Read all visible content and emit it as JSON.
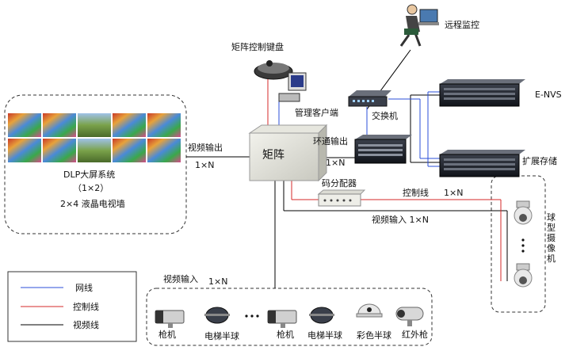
{
  "devices": {
    "remote_monitor": "远程监控",
    "keyboard": "矩阵控制键盘",
    "mgmt_client": "管理客户端",
    "switch": "交换机",
    "envs": "E-NVS",
    "storage": "扩展存储",
    "matrix": "矩阵",
    "distributor": "码分配器",
    "dlp_title": "DLP大屏系统",
    "dlp_size": "（1×2）",
    "lcd_wall": "2×4 液晶电视墙",
    "dome_group": "球型摄像机"
  },
  "links": {
    "video_out": "视频输出",
    "video_out_n": "1×N",
    "loop_out": "环通输出",
    "loop_out_n": "1×N",
    "control_line": "控制线",
    "control_line_n": "1×N",
    "video_in_right": "视频输入 1×N",
    "video_in_bottom": "视频输入",
    "video_in_bottom_n": "1×N"
  },
  "cameras": {
    "gun1": "枪机",
    "elevator1": "电梯半球",
    "gun2": "枪机",
    "elevator2": "电梯半球",
    "color_dome": "彩色半球",
    "infrared": "红外枪"
  },
  "legend": {
    "network": "网线",
    "control": "控制线",
    "video": "视频线",
    "network_color": "#2b4fd8",
    "control_color": "#d42a2a",
    "video_color": "#000000"
  }
}
